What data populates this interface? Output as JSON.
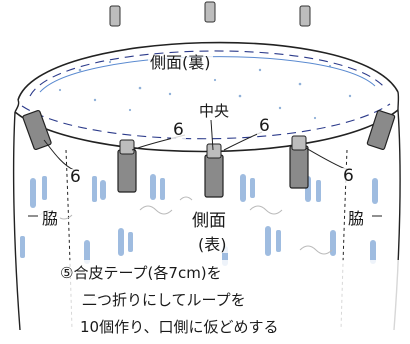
{
  "labels": {
    "lining": "側面(裏)",
    "center": "中央",
    "loop_count_a": "6",
    "loop_count_b": "6",
    "loop_count_c": "6",
    "loop_count_d": "6",
    "side_left": "脇",
    "side_right": "脇",
    "front_line1": "側面",
    "front_line2": "(表)"
  },
  "note": {
    "line1": "⑤合皮テープ(各7cm)を",
    "line2": "二つ折りにしてループを",
    "line3": "10個作り、口側に仮どめする"
  },
  "colors": {
    "fabric_blue": "#7fa6d6",
    "tape_gray": "#8a8a8a",
    "line": "#222222",
    "stitch": "#2b3a8a"
  }
}
